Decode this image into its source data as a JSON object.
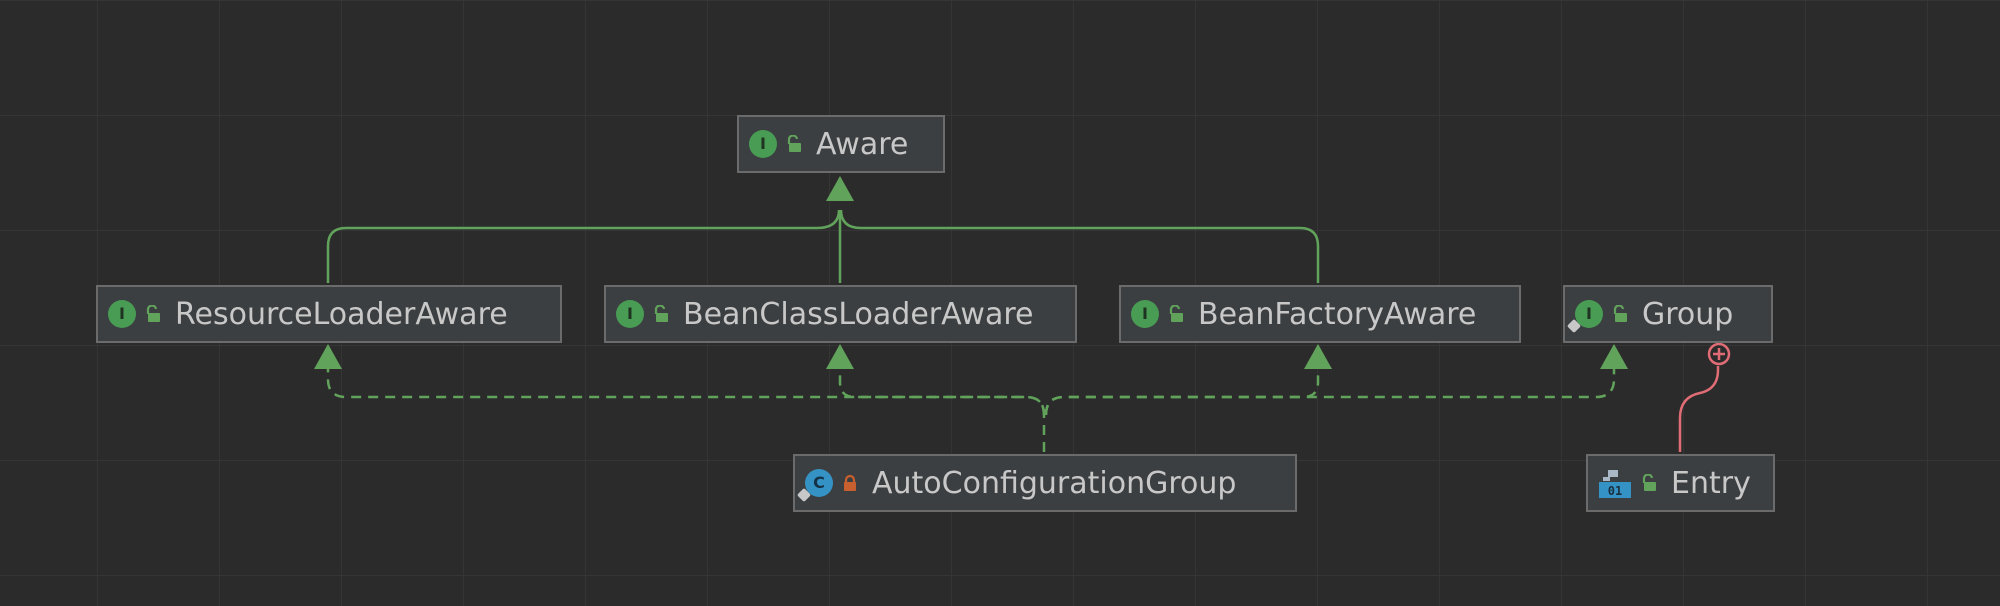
{
  "diagram": {
    "nodes": {
      "aware": {
        "label": "Aware",
        "kind": "interface",
        "visibility": "public"
      },
      "resource_loader_aware": {
        "label": "ResourceLoaderAware",
        "kind": "interface",
        "visibility": "public"
      },
      "bean_class_loader_aware": {
        "label": "BeanClassLoaderAware",
        "kind": "interface",
        "visibility": "public"
      },
      "bean_factory_aware": {
        "label": "BeanFactoryAware",
        "kind": "interface",
        "visibility": "public"
      },
      "group": {
        "label": "Group",
        "kind": "interface",
        "visibility": "public"
      },
      "auto_configuration_group": {
        "label": "AutoConfigurationGroup",
        "kind": "class",
        "visibility": "private"
      },
      "entry": {
        "label": "Entry",
        "kind": "class",
        "visibility": "public"
      }
    },
    "edges": [
      {
        "from": "resource_loader_aware",
        "to": "aware",
        "type": "extends"
      },
      {
        "from": "bean_class_loader_aware",
        "to": "aware",
        "type": "extends"
      },
      {
        "from": "bean_factory_aware",
        "to": "aware",
        "type": "extends"
      },
      {
        "from": "auto_configuration_group",
        "to": "resource_loader_aware",
        "type": "implements"
      },
      {
        "from": "auto_configuration_group",
        "to": "bean_class_loader_aware",
        "type": "implements"
      },
      {
        "from": "auto_configuration_group",
        "to": "bean_factory_aware",
        "type": "implements"
      },
      {
        "from": "auto_configuration_group",
        "to": "group",
        "type": "implements"
      },
      {
        "from": "entry",
        "to": "group",
        "type": "inner-class"
      }
    ],
    "icons": {
      "interface": "interface-icon",
      "class": "class-icon",
      "record": "record-icon",
      "public": "unlocked-icon",
      "private": "locked-icon"
    },
    "colors": {
      "background": "#2b2b2b",
      "node_fill": "#3c3f41",
      "node_border": "#6b6b6b",
      "text": "#c8c8c8",
      "inheritance": "#62a35c",
      "inner": "#e06c75",
      "interface_icon": "#499c54",
      "class_icon": "#3592c4",
      "private_lock": "#c75f2e"
    }
  }
}
